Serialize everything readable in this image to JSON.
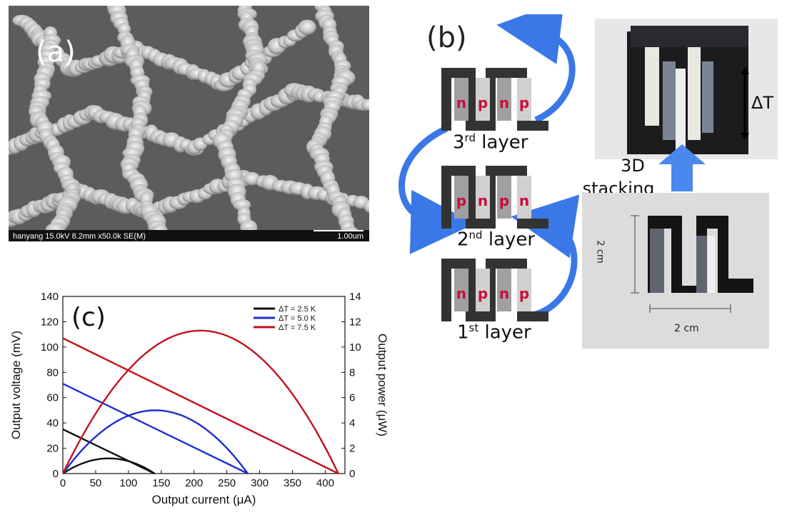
{
  "panel_a": {
    "label": "(a)",
    "caption": "hanyang 15.0kV 8.2mm x50.0k SE(M)",
    "scale": "1.00um"
  },
  "panel_b": {
    "label": "(b)",
    "layers": [
      {
        "ord": "3",
        "sup": "rd",
        "word": "layer",
        "legs": [
          "n",
          "p",
          "n",
          "p"
        ]
      },
      {
        "ord": "2",
        "sup": "nd",
        "word": "layer",
        "legs": [
          "p",
          "n",
          "p",
          "n"
        ]
      },
      {
        "ord": "1",
        "sup": "st",
        "word": "layer",
        "legs": [
          "n",
          "p",
          "n",
          "p"
        ]
      }
    ],
    "stacking_line1": "3D",
    "stacking_line2": "stacking",
    "delta_t": "ΔT",
    "dim_vertical": "2 cm",
    "dim_horizontal": "2 cm",
    "colors": {
      "arrow": "#3a78e8",
      "label": "#c8103c"
    }
  },
  "chart_data": {
    "type": "line",
    "panel_label": "(c)",
    "xlabel": "Output current (μA)",
    "ylabel": "Output voltage (mV)",
    "y2label": "Output power (μW)",
    "xlim": [
      0,
      430
    ],
    "ylim": [
      0,
      140
    ],
    "y2lim": [
      0,
      14
    ],
    "xticks": [
      0,
      50,
      100,
      150,
      200,
      250,
      300,
      350,
      400
    ],
    "yticks": [
      0,
      20,
      40,
      60,
      80,
      100,
      120,
      140
    ],
    "y2ticks": [
      0,
      2,
      4,
      6,
      8,
      10,
      12,
      14
    ],
    "legend_position": "top-right",
    "series": [
      {
        "name": "ΔT = 2.5 K",
        "color": "#111111",
        "voc_mV": 35,
        "isc_uA": 140,
        "pmax_uW": 1.2
      },
      {
        "name": "ΔT = 5.0 K",
        "color": "#1f2ecf",
        "voc_mV": 71,
        "isc_uA": 282,
        "pmax_uW": 5.0
      },
      {
        "name": "ΔT = 7.5 K",
        "color": "#c1121f",
        "voc_mV": 107,
        "isc_uA": 420,
        "pmax_uW": 11.3
      }
    ]
  }
}
